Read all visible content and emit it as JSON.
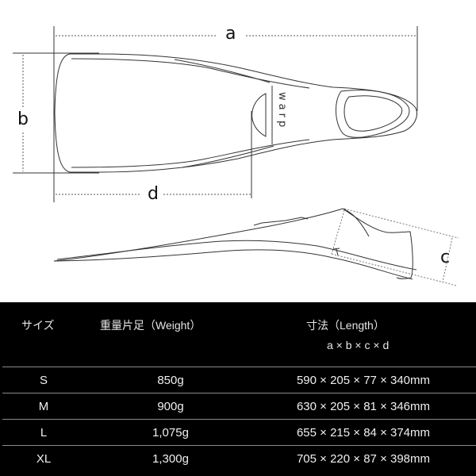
{
  "diagram": {
    "title": "Fin dimension diagram",
    "top_view_logo": "warp",
    "dimension_labels": {
      "a": "a",
      "b": "b",
      "c": "c",
      "d": "d"
    }
  },
  "table": {
    "headers": {
      "size": "サイズ",
      "weight": "重量片足（Weight）",
      "length": "寸法（Length）",
      "length_sub": "a × b × c × d"
    },
    "rows": [
      {
        "size": "S",
        "weight": "850g",
        "length": "590 × 205 × 77 × 340mm"
      },
      {
        "size": "M",
        "weight": "900g",
        "length": "630 × 205 × 81 × 346mm"
      },
      {
        "size": "L",
        "weight": "1,075g",
        "length": "655 × 215 × 84 × 374mm"
      },
      {
        "size": "XL",
        "weight": "1,300g",
        "length": "705 × 220 × 87 × 398mm"
      }
    ]
  },
  "colors": {
    "table_bg": "#000000",
    "line": "#333333",
    "separator": "#8a8a8a"
  }
}
